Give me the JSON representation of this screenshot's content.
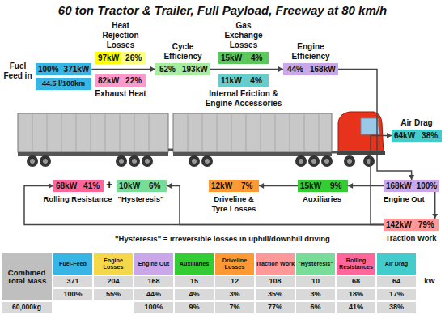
{
  "diagram": {
    "title": "60 ton Tractor & Trailer, Full Payload, Freeway at 80 km/h",
    "nodes": [
      {
        "text": [
          "Fuel Feed in",
          "100%",
          "371kW"
        ]
      },
      {
        "text": [
          "44.5 l/100km"
        ]
      },
      {
        "text": [
          "Heat Rejection Losses",
          "97kW",
          "26%"
        ]
      },
      {
        "text": [
          "82kW",
          "22%",
          "Exhaust Heat"
        ]
      },
      {
        "text": [
          "Cycle Efficiency",
          "52%",
          "193kW"
        ]
      },
      {
        "text": [
          "Gas Exchange Losses",
          "15kW",
          "4%"
        ]
      },
      {
        "text": [
          "11kW",
          "4%",
          "Internal Friction & Engine Accessories"
        ]
      },
      {
        "text": [
          "Engine Efficiency",
          "44%",
          "168kW"
        ]
      },
      {
        "text": [
          "Air Drag",
          "64kW",
          "38%"
        ]
      },
      {
        "text": [
          "168kW",
          "100%",
          "Engine Out"
        ]
      },
      {
        "text": [
          "15kW",
          "9%",
          "Auxiliaries"
        ]
      },
      {
        "text": [
          "12kW",
          "7%",
          "Driveline & Tyre Losses"
        ]
      },
      {
        "text": [
          "10kW",
          "6%",
          "\"Hysteresis\""
        ]
      },
      {
        "text": [
          "68kW",
          "41%",
          "Rolling Resistance"
        ]
      },
      {
        "text": [
          "142kW",
          "79%",
          "Traction Work"
        ]
      }
    ],
    "edges": [
      {
        "from": 0,
        "to": 4,
        "arrow": "to"
      },
      {
        "from": 4,
        "to": 7,
        "arrow": "to"
      },
      {
        "from": 7,
        "to": 9,
        "arrow": "to"
      },
      {
        "from": 9,
        "to": 10,
        "arrow": "to"
      },
      {
        "from": 10,
        "to": 11,
        "arrow": "to"
      },
      {
        "from": 9,
        "to": 14,
        "arrow": "to"
      },
      {
        "from": 14,
        "to": 8,
        "arrow": "to"
      },
      {
        "from": 14,
        "to": 13,
        "arrow": "to"
      },
      {
        "from": 14,
        "to": 12,
        "arrow": "to"
      }
    ],
    "labels": [
      "+",
      "\"Hysteresis\" = irreversible losses in uphill/downhill driving",
      "Combined Total Mass",
      "Fuel-Feed",
      "Engine Losses",
      "Engine Out",
      "Auxiliaries",
      "Driveline Losses",
      "Traction Work",
      "\"Hysteresis\"",
      "Rolling Resistances",
      "Air Drag",
      "371",
      "204",
      "168",
      "15",
      "12",
      "108",
      "10",
      "68",
      "64",
      "kW",
      "100%",
      "55%",
      "44%",
      "4%",
      "3%",
      "35%",
      "3%",
      "18%",
      "17%",
      "60,000kg",
      "100%",
      "9%",
      "7%",
      "77%",
      "6%",
      "41%",
      "38%"
    ]
  }
}
